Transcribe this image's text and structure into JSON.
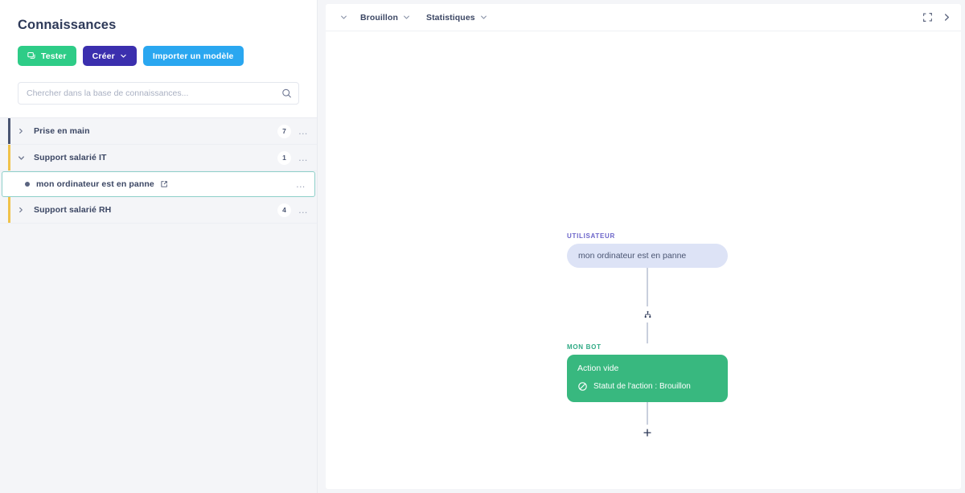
{
  "sidebar": {
    "title": "Connaissances",
    "buttons": {
      "test": "Tester",
      "create": "Créer",
      "import": "Importer un modèle"
    },
    "search": {
      "placeholder": "Chercher dans la base de connaissances...",
      "value": ""
    },
    "groups": [
      {
        "label": "Prise en main",
        "count": "7",
        "expanded": false,
        "accent": "#4a5572",
        "menu": "..."
      },
      {
        "label": "Support salarié IT",
        "count": "1",
        "expanded": true,
        "accent": "#f0c24b",
        "menu": "..."
      },
      {
        "label": "Support salarié RH",
        "count": "4",
        "expanded": false,
        "accent": "#f0c24b",
        "menu": "..."
      }
    ],
    "selected_item": {
      "label": "mon ordinateur est en panne",
      "menu": "..."
    }
  },
  "toolbar": {
    "status": "Brouillon",
    "stats": "Statistiques"
  },
  "flow": {
    "user_tag": "UTILISATEUR",
    "user_message": "mon ordinateur est en panne",
    "bot_tag": "MON BOT",
    "bot_title": "Action vide",
    "bot_status": "Statut de l'action : Brouillon"
  },
  "colors": {
    "test_green": "#2ecc87",
    "create_purple": "#3b2fae",
    "import_blue": "#2aa7f0",
    "bot_node_green": "#38b87f",
    "user_node_lavender": "#dde3f6",
    "selection_teal": "#8ecfc9"
  }
}
